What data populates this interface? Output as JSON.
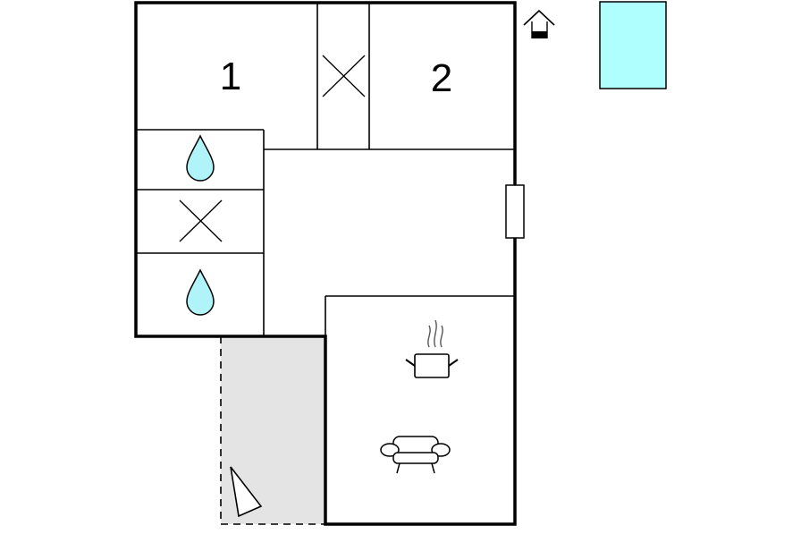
{
  "floorplan": {
    "rooms": [
      {
        "id": "bedroom-1",
        "label": "1"
      },
      {
        "id": "bedroom-2",
        "label": "2"
      }
    ],
    "icons": {
      "bathroom_top": "water-drop-icon",
      "bathroom_bottom": "water-drop-icon",
      "kitchen": "cooking-pot-icon",
      "living": "sofa-icon",
      "terrace": "sun-umbrella-icon",
      "entrance": "house-entrance-icon",
      "pool": "pool-icon"
    },
    "colors": {
      "water": "#b0f4fa",
      "pool": "#b0ffff",
      "terrace": "#e4e4e4",
      "wall": "#000000"
    }
  }
}
